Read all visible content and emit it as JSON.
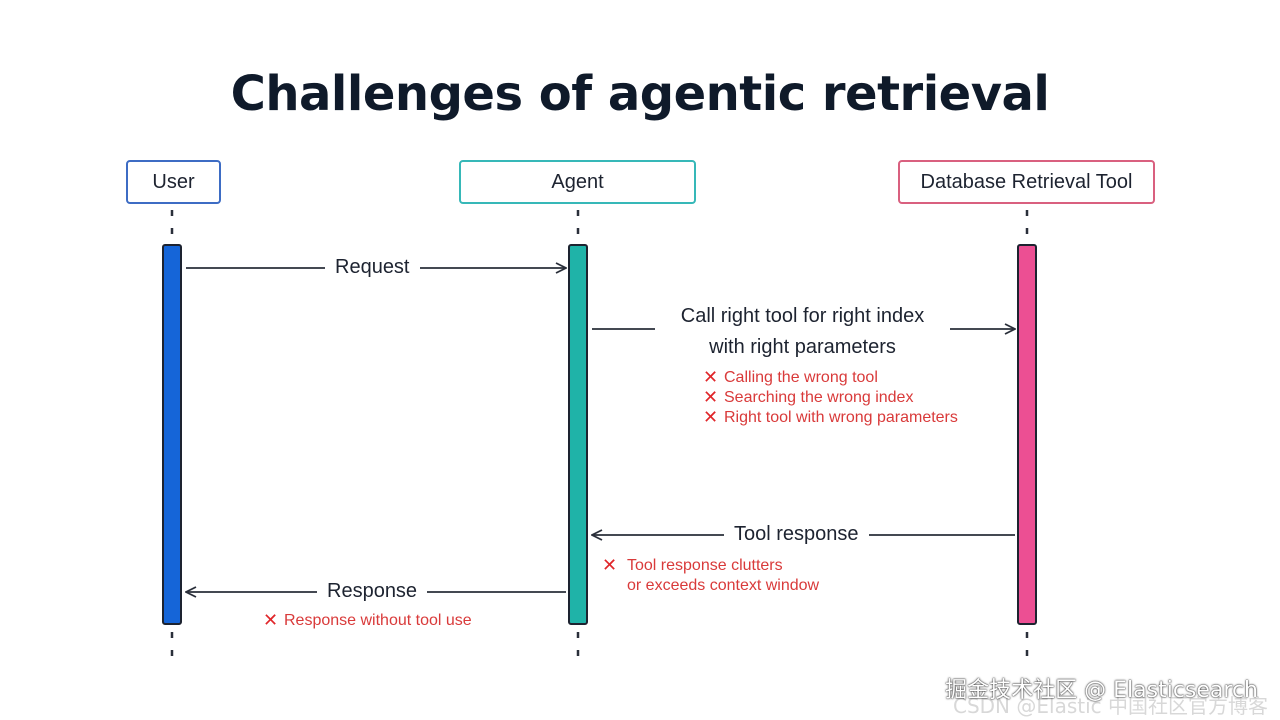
{
  "title": "Challenges of agentic retrieval",
  "actors": {
    "user": "User",
    "agent": "Agent",
    "tool": "Database Retrieval Tool"
  },
  "colors": {
    "user": "#1565d8",
    "agent": "#1fb3a8",
    "tool": "#ec4f93",
    "error": "#e0262a"
  },
  "messages": {
    "request": "Request",
    "call_line1": "Call right tool for right index",
    "call_line2": "with right parameters",
    "tool_response": "Tool response",
    "response": "Response"
  },
  "errors": {
    "call": [
      "Calling the wrong tool",
      "Searching the wrong index",
      "Right tool with wrong parameters"
    ],
    "tool_response_line1": "Tool response clutters",
    "tool_response_line2": "or exceeds context window",
    "response": "Response without tool use"
  },
  "watermark": {
    "main": "掘金技术社区 @ Elasticsearch",
    "sub": "CSDN @Elastic 中国社区官方博客"
  }
}
